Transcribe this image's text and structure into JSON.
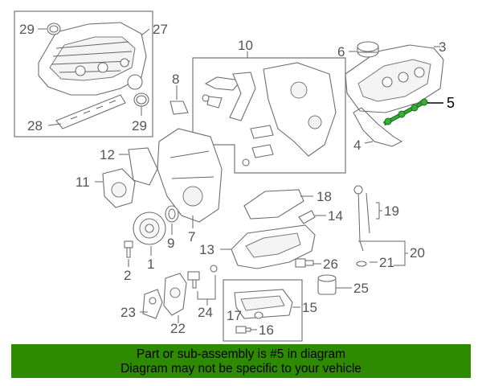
{
  "diagram": {
    "callouts": {
      "c1": "1",
      "c2": "2",
      "c3": "3",
      "c4": "4",
      "c5": "5",
      "c6": "6",
      "c7": "7",
      "c8": "8",
      "c9": "9",
      "c10": "10",
      "c11": "11",
      "c12": "12",
      "c13": "13",
      "c14": "14",
      "c15": "15",
      "c16": "16",
      "c17": "17",
      "c18": "18",
      "c19": "19",
      "c20": "20",
      "c21": "21",
      "c22": "22",
      "c23": "23",
      "c24": "24",
      "c25": "25",
      "c26": "26",
      "c27": "27",
      "c28": "28",
      "c29a": "29",
      "c29b": "29"
    },
    "highlight_color": "#1f8a1f"
  },
  "banner": {
    "line1": "Part or sub-assembly is #5 in diagram",
    "line2": "Diagram may not be specific to your vehicle",
    "color": "#2e8b00"
  }
}
